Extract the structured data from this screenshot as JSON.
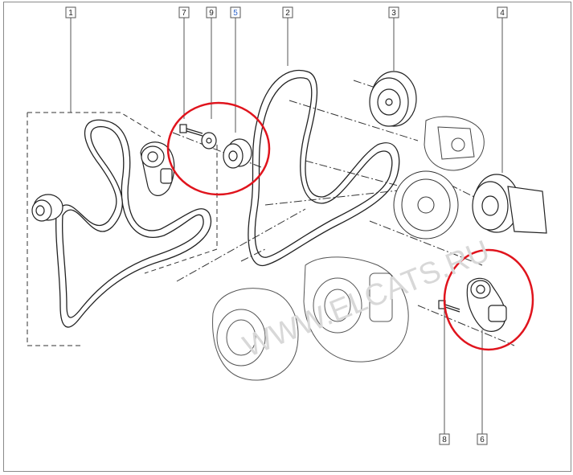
{
  "diagram": {
    "callouts": [
      {
        "id": "callout-1",
        "label": "1"
      },
      {
        "id": "callout-7",
        "label": "7"
      },
      {
        "id": "callout-9",
        "label": "9"
      },
      {
        "id": "callout-5",
        "label": "5",
        "color": "#2b62c9"
      },
      {
        "id": "callout-2",
        "label": "2"
      },
      {
        "id": "callout-3",
        "label": "3"
      },
      {
        "id": "callout-4",
        "label": "4"
      },
      {
        "id": "callout-8",
        "label": "8"
      },
      {
        "id": "callout-6",
        "label": "6"
      }
    ],
    "watermark": "WWW.ELCATS.RU",
    "highlight_color": "#e0141d",
    "line_color": "#2a2a2a"
  }
}
